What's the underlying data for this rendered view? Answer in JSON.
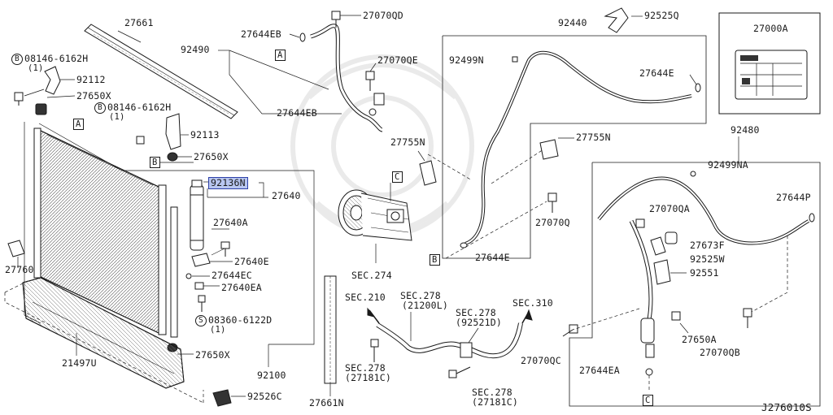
{
  "diagram_code": "J276010S",
  "highlighted_part": "92136N",
  "ref_letters": {
    "a": "A",
    "b": "B",
    "c": "C",
    "s": "S"
  },
  "parts": {
    "p27661": "27661",
    "p08146_a": "08146-6162H",
    "p08146_a_qty": "(1)",
    "p92112": "92112",
    "p27650x_a": "27650X",
    "p08146_b": "08146-6162H",
    "p08146_b_qty": "(1)",
    "p92113": "92113",
    "p27650x_b": "27650X",
    "p92136n": "92136N",
    "p27640": "27640",
    "p27640a": "27640A",
    "p27640e": "27640E",
    "p27644ec": "27644EC",
    "p27640ea": "27640EA",
    "p08360": "08360-6122D",
    "p08360_qty": "(1)",
    "p27650x_c": "27650X",
    "p27760": "27760",
    "p21497u": "21497U",
    "p92100": "92100",
    "p92526c": "92526C",
    "p27661n": "27661N",
    "p27070qd": "27070QD",
    "p27644eb_a": "27644EB",
    "p92490": "92490",
    "p27070qe": "27070QE",
    "p27644eb_b": "27644EB",
    "p27755n_a": "27755N",
    "sec274": "SEC.274",
    "sec210": "SEC.210",
    "sec278_a": "SEC.278",
    "sec278_a_sub": "(21200L)",
    "sec278_b": "SEC.278",
    "sec278_b_sub": "(92521D)",
    "sec310": "SEC.310",
    "sec278_c": "SEC.278",
    "sec278_c_sub": "(27181C)",
    "sec278_d": "SEC.278",
    "sec278_d_sub": "(27181C)",
    "p92440": "92440",
    "p92525q": "92525Q",
    "p92499n": "92499N",
    "p27644e_a": "27644E",
    "p27755n_b": "27755N",
    "p27070q": "27070Q",
    "p27644e_b": "27644E",
    "p27000a": "27000A",
    "p92480": "92480",
    "p92499na": "92499NA",
    "p27644p": "27644P",
    "p27070qa": "27070QA",
    "p27673f": "27673F",
    "p92525w": "92525W",
    "p92551": "92551",
    "p27070qc": "27070QC",
    "p27650a": "27650A",
    "p27070qb": "27070QB",
    "p27644ea": "27644EA"
  }
}
